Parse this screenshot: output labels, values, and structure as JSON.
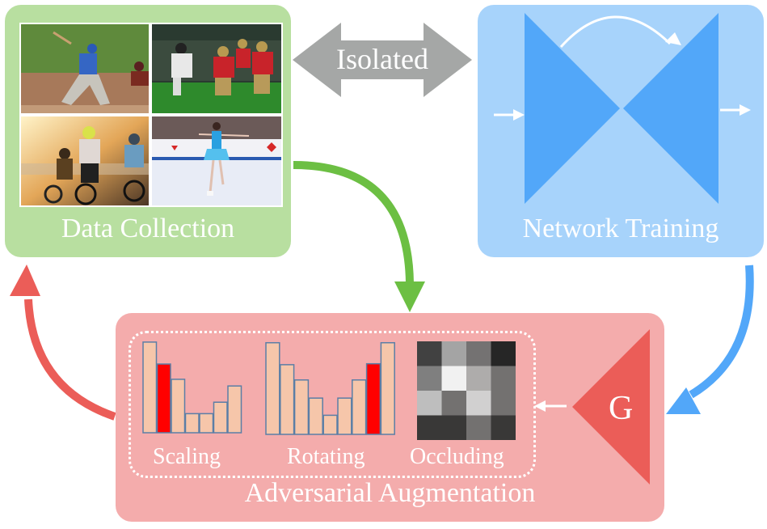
{
  "panels": {
    "data_collection": {
      "label": "Data Collection",
      "color": "#b8dfa0",
      "photos": [
        "baseball",
        "american-football",
        "cycling",
        "figure-skating"
      ]
    },
    "network_training": {
      "label": "Network Training",
      "color": "#a7d3fb",
      "shape_color": "#52a7f9"
    },
    "adversarial_augmentation": {
      "label": "Adversarial Augmentation",
      "color": "#f4acac",
      "generator_label": "G",
      "generator_color": "#eb5d58",
      "operations": [
        {
          "label": "Scaling",
          "bars": [
            0.95,
            0.72,
            0.56,
            0.2,
            0.2,
            0.32,
            0.49
          ],
          "highlight": 1
        },
        {
          "label": "Rotating",
          "bars": [
            0.96,
            0.73,
            0.57,
            0.38,
            0.2,
            0.38,
            0.57,
            0.74,
            0.96
          ],
          "highlight": 7
        },
        {
          "label": "Occluding",
          "grid": [
            [
              "#414141",
              "#a4a4a4",
              "#747272",
              "#262626"
            ],
            [
              "#7f7f7f",
              "#f1f1f1",
              "#aeacab",
              "#737170"
            ],
            [
              "#bebebe",
              "#737170",
              "#d1d0d0",
              "#737170"
            ],
            [
              "#393837",
              "#393837",
              "#737170",
              "#393837"
            ]
          ]
        }
      ]
    }
  },
  "connectors": {
    "isolated": {
      "label": "Isolated",
      "color": "#a5a7a6"
    },
    "data_to_aug": {
      "color": "#6cbf43"
    },
    "net_to_aug": {
      "color": "#52a7f9"
    },
    "aug_to_data": {
      "color": "#eb5d58"
    }
  },
  "colors": {
    "bar_fill": "#f6c6aa",
    "bar_stroke": "#5b7ea6",
    "bar_highlight": "#ff0000"
  }
}
